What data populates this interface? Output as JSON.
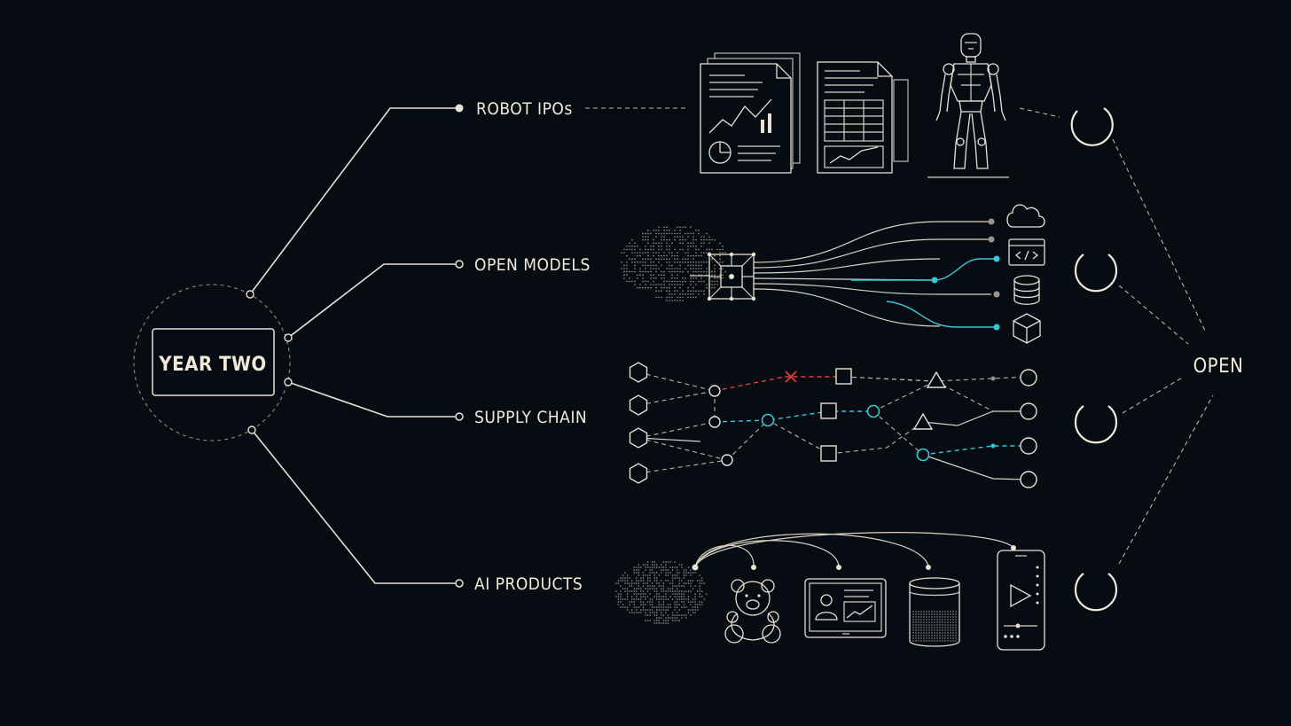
{
  "center": {
    "label": "YEAR TWO"
  },
  "branches": [
    {
      "label": "ROBOT IPOs"
    },
    {
      "label": "OPEN MODELS"
    },
    {
      "label": "SUPPLY CHAIN"
    },
    {
      "label": "AI PRODUCTS"
    }
  ],
  "destination": {
    "label": "OPEN"
  },
  "colors": {
    "background": "#070b12",
    "line": "#e8e2d3",
    "accent_cyan": "#36c8d8",
    "accent_red": "#e0403a"
  },
  "icons": [
    "document-chart-icon",
    "document-table-icon",
    "humanoid-robot-icon",
    "cloud-icon",
    "code-window-icon",
    "database-icon",
    "cube-icon",
    "teddy-bear-icon",
    "tablet-icon",
    "smart-speaker-icon",
    "smartphone-icon",
    "dotted-map-icon",
    "chip-icon",
    "open-ring-icon"
  ]
}
